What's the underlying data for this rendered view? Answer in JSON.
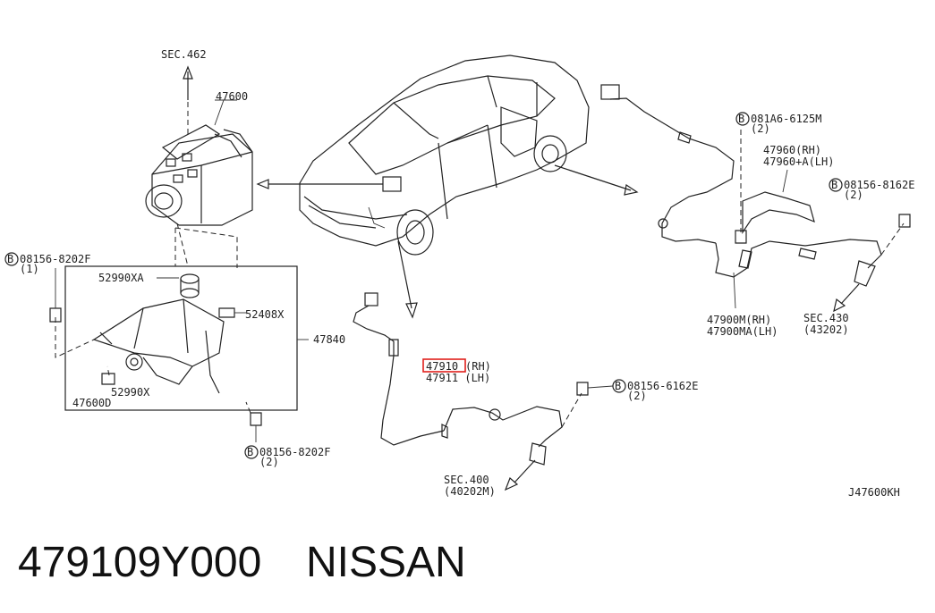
{
  "labels": {
    "sec462": "SEC.462",
    "p47600": "47600",
    "b08156_8202F_top": "08156-8202F",
    "qty1": "(1)",
    "p52990XA": "52990XA",
    "p52408X": "52408X",
    "p47840": "47840",
    "p52990X": "52990X",
    "p47600D": "47600D",
    "b08156_8202F_bot": "08156-8202F",
    "qty2_bot": "(2)",
    "p47910": "47910",
    "rh1": "(RH)",
    "p47911": "47911 (LH)",
    "b08156_6162E_mid": "08156-6162E",
    "qty2_mid": "(2)",
    "sec400": "SEC.400",
    "sec400sub": "(40202M)",
    "b081A6": "081A6-6125M",
    "qty2_a": "(2)",
    "p47960rh": "47960(RH)",
    "p47960lh": "47960+A(LH)",
    "b08156_8162E": "08156-8162E",
    "qty2_b": "(2)",
    "p47900M": "47900M(RH)",
    "p47900MA": "47900MA(LH)",
    "sec430": "SEC.430",
    "sec430sub": "(43202)",
    "ref": "J47600KH"
  },
  "bolt_symbol": "B",
  "caption": {
    "part_number": "479109Y000",
    "brand": "NISSAN"
  },
  "highlight_color": "#e0201c"
}
